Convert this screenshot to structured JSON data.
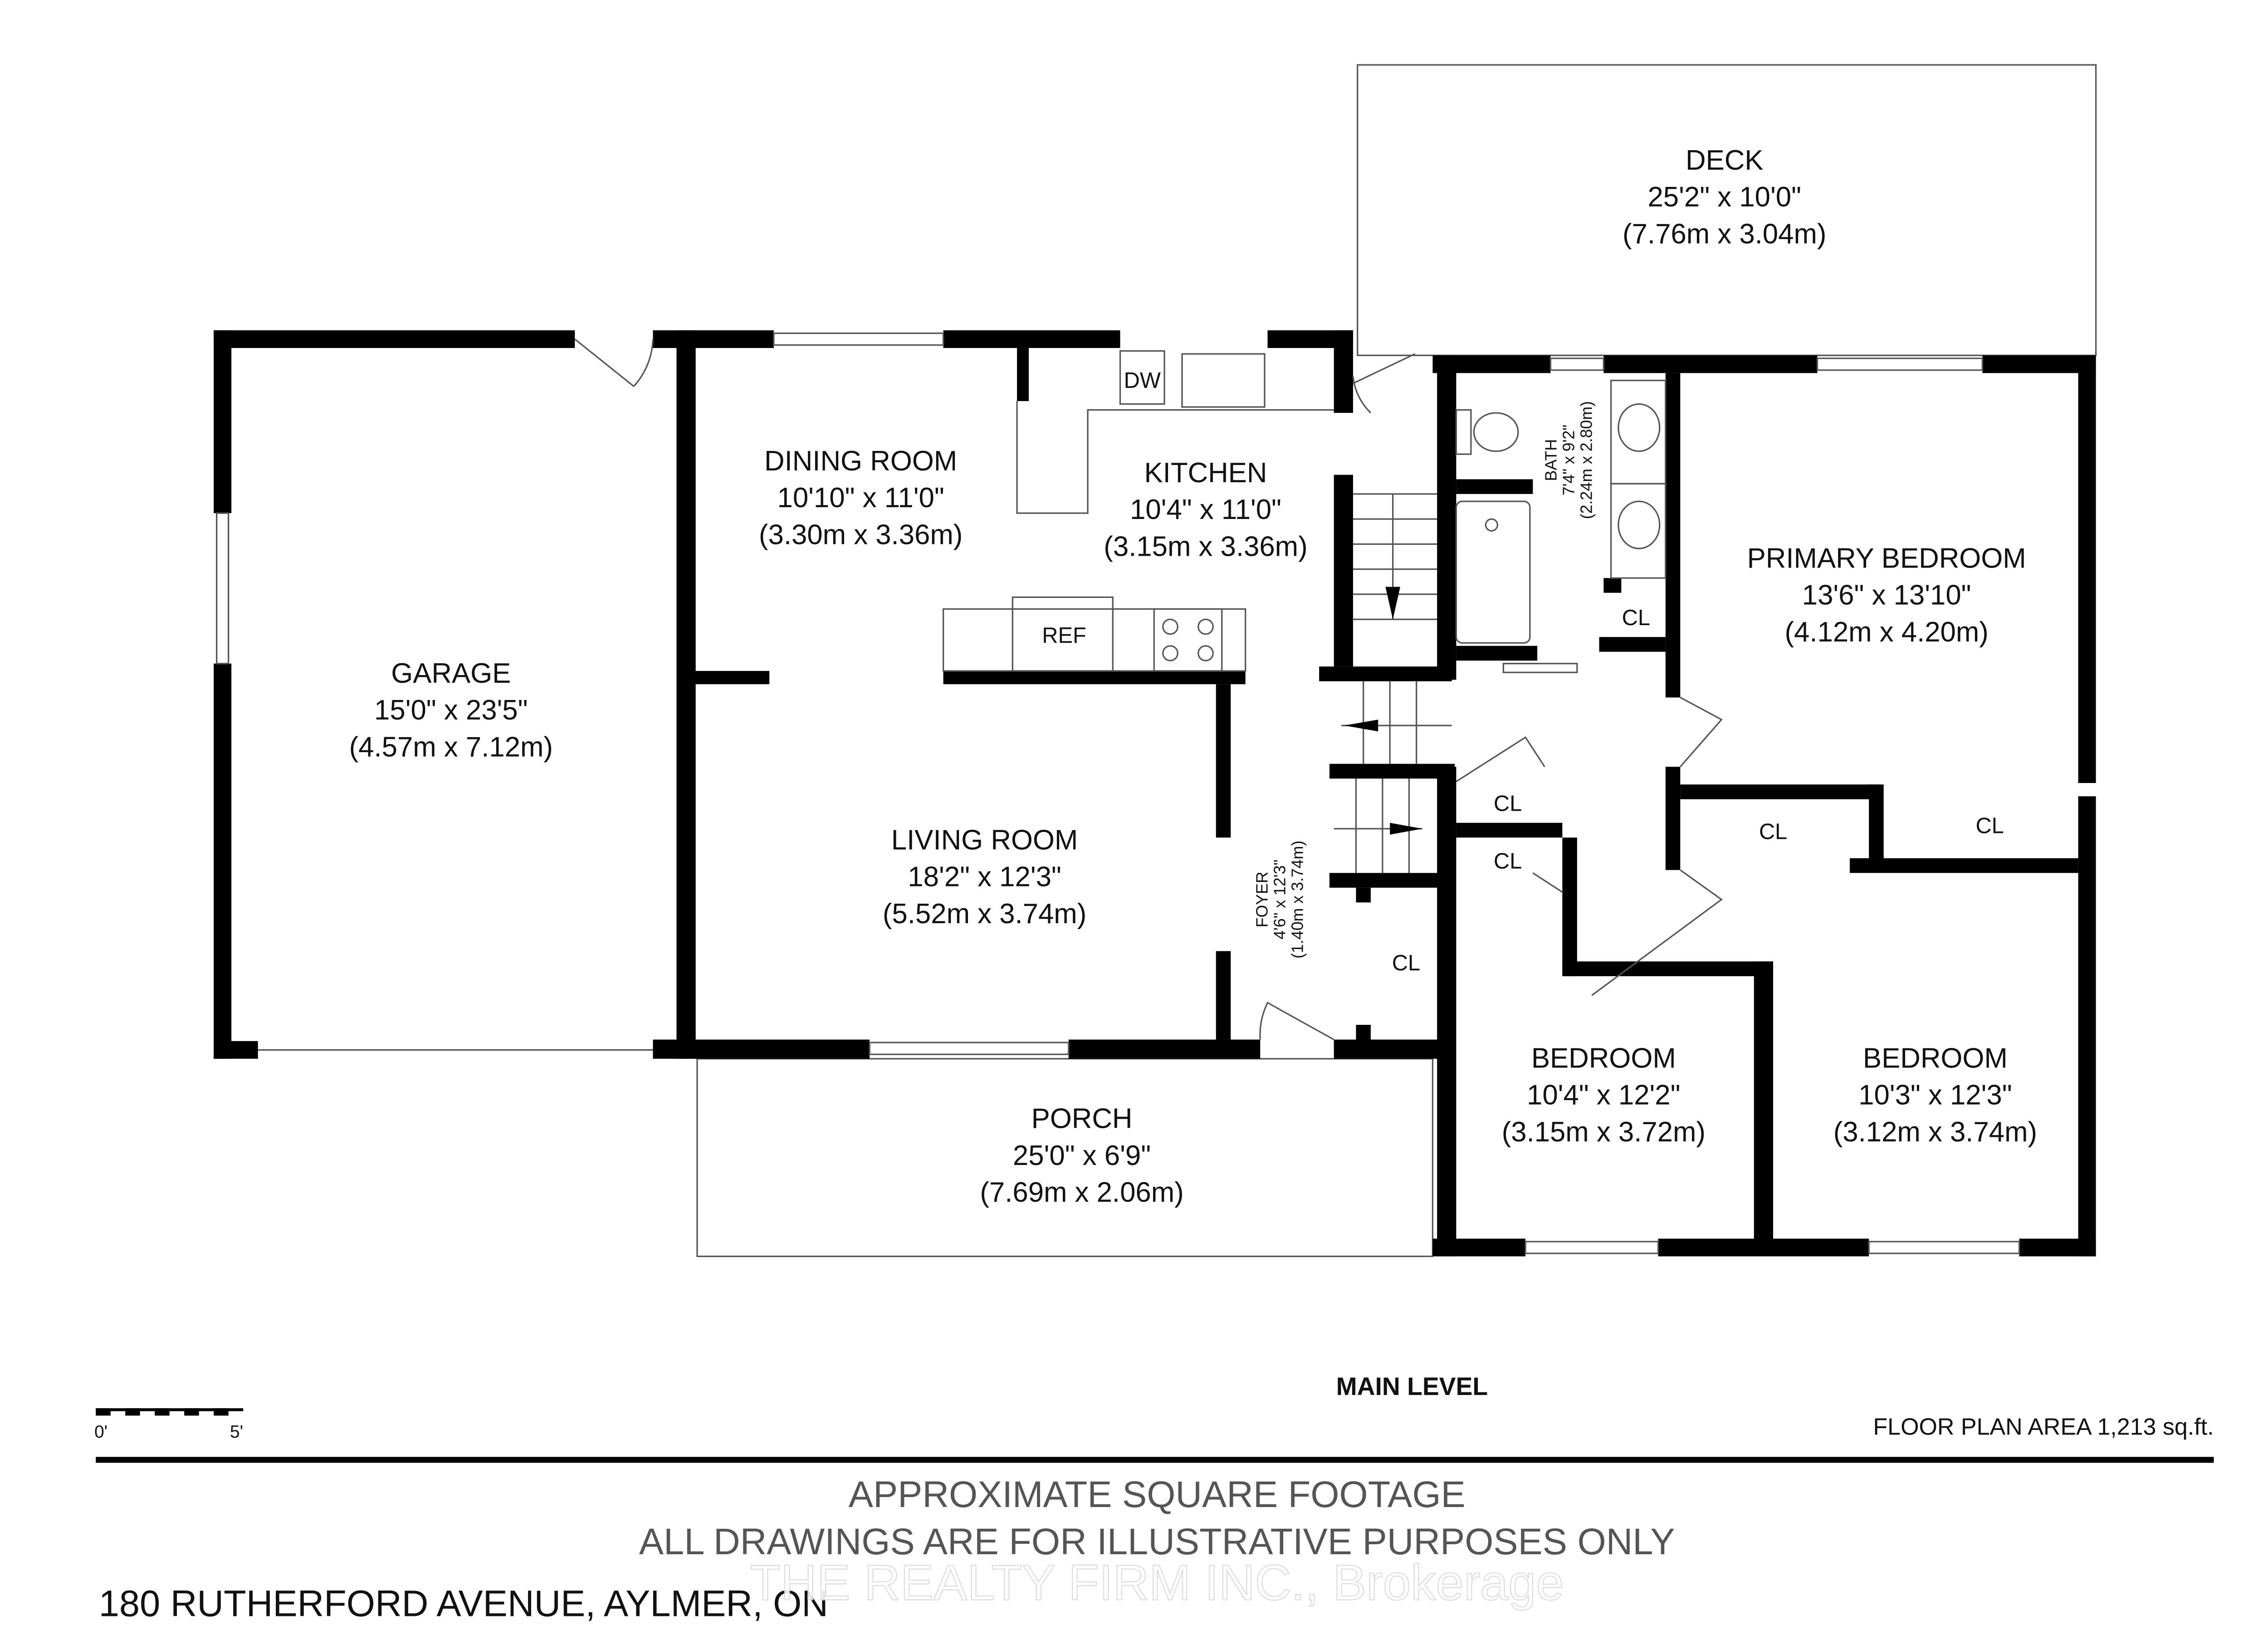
{
  "rooms": {
    "deck": {
      "name": "DECK",
      "imperial": "25'2\" x 10'0\"",
      "metric": "(7.76m x 3.04m)"
    },
    "dining": {
      "name": "DINING ROOM",
      "imperial": "10'10\" x 11'0\"",
      "metric": "(3.30m x 3.36m)"
    },
    "kitchen": {
      "name": "KITCHEN",
      "imperial": "10'4\" x 11'0\"",
      "metric": "(3.15m x 3.36m)"
    },
    "garage": {
      "name": "GARAGE",
      "imperial": "15'0\" x 23'5\"",
      "metric": "(4.57m x 7.12m)"
    },
    "living": {
      "name": "LIVING ROOM",
      "imperial": "18'2\" x 12'3\"",
      "metric": "(5.52m x 3.74m)"
    },
    "primary": {
      "name": "PRIMARY BEDROOM",
      "imperial": "13'6\" x 13'10\"",
      "metric": "(4.12m x 4.20m)"
    },
    "bedroom2": {
      "name": "BEDROOM",
      "imperial": "10'4\" x 12'2\"",
      "metric": "(3.15m x 3.72m)"
    },
    "bedroom3": {
      "name": "BEDROOM",
      "imperial": "10'3\" x 12'3\"",
      "metric": "(3.12m x 3.74m)"
    },
    "porch": {
      "name": "PORCH",
      "imperial": "25'0\" x 6'9\"",
      "metric": "(7.69m x 2.06m)"
    },
    "bath": {
      "name": "BATH",
      "imperial": "7'4\" x 9'2\"",
      "metric": "(2.24m x 2.80m)"
    },
    "foyer": {
      "name": "FOYER",
      "imperial": "4'6\" x 12'3\"",
      "metric": "(1.40m x 3.74m)"
    }
  },
  "fixtures": {
    "closet": "CL",
    "refrigerator": "REF",
    "dishwasher": "DW"
  },
  "level_title": "MAIN LEVEL",
  "scale": {
    "start": "0'",
    "end": "5'"
  },
  "floor_area": "FLOOR PLAN AREA 1,213 sq.ft.",
  "footer": {
    "line1": "APPROXIMATE SQUARE FOOTAGE",
    "line2": "ALL DRAWINGS ARE FOR ILLUSTRATIVE PURPOSES ONLY",
    "address": "180 RUTHERFORD AVENUE, AYLMER, ON",
    "watermark": "THE REALTY FIRM INC., Brokerage"
  }
}
